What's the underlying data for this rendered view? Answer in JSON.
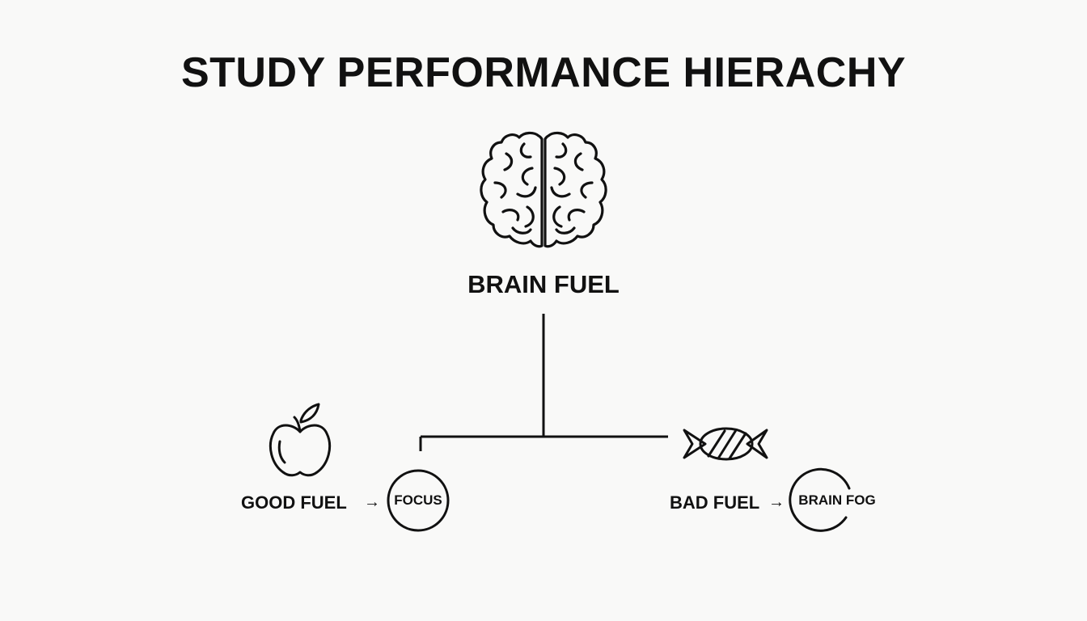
{
  "title": "STUDY PERFORMANCE HIERACHY",
  "root": {
    "label": "BRAIN FUEL",
    "icon": "brain-icon"
  },
  "branches": [
    {
      "label": "GOOD FUEL",
      "arrow": "→",
      "outcome": "FOCUS",
      "icon": "apple-icon"
    },
    {
      "label": "BAD FUEL",
      "arrow": "→",
      "outcome": "BRAIN FOG",
      "icon": "candy-icon"
    }
  ],
  "colors": {
    "background": "#f9f9f8",
    "ink": "#111111"
  }
}
